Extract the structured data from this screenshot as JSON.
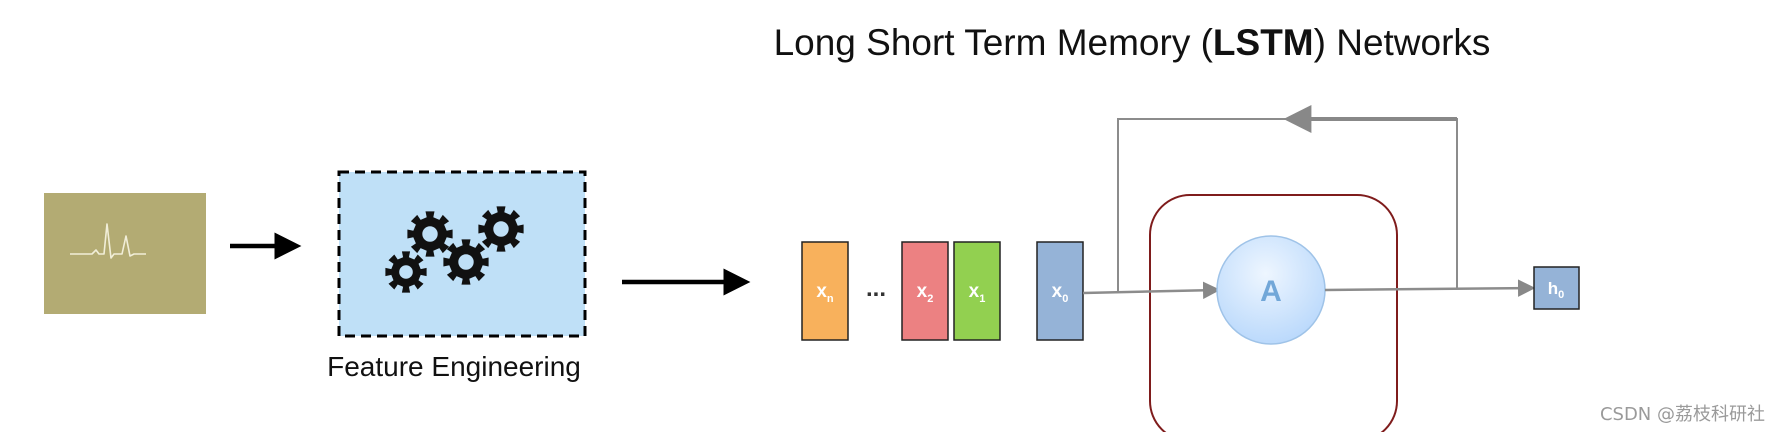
{
  "title": {
    "prefix": "Long Short Term Memory (",
    "bold": "LSTM",
    "suffix": ") Networks"
  },
  "feature_engineering": {
    "label": "Feature Engineering",
    "icon": "gears-icon",
    "fill_color": "#bfe0f7"
  },
  "ecg_image": {
    "icon": "ecg-waveform-icon",
    "fill_color": "#b3ab73"
  },
  "sequence": [
    {
      "main": "x",
      "sub": "n",
      "color": "#f8b15c"
    },
    {
      "main": "...",
      "sub": "",
      "color": ""
    },
    {
      "main": "x",
      "sub": "2",
      "color": "#ec8182"
    },
    {
      "main": "x",
      "sub": "1",
      "color": "#92d050"
    },
    {
      "main": "x",
      "sub": "0",
      "color": "#95b3d7"
    }
  ],
  "lstm_cell": {
    "label": "A",
    "border_color": "#7f1c1c"
  },
  "output": {
    "main": "h",
    "sub": "0",
    "color": "#95b3d7"
  },
  "watermark": "CSDN @荔枝科研社"
}
